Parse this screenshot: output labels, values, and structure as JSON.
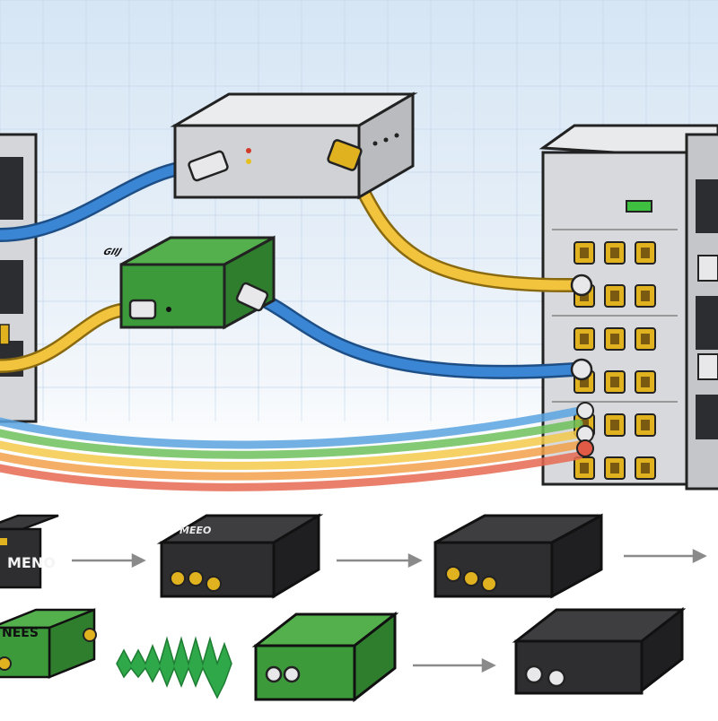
{
  "device_labels": {
    "green_box_top": "GIIJ",
    "black_box_left": "MENO",
    "black_box_middle": "MEEO",
    "green_box_bottom_left": "NEES"
  },
  "colors": {
    "background": "#ffffff",
    "grid_sky": "#dbe8f5",
    "grid_line": "#c2d6eb",
    "rack_gray": "#d7d9dc",
    "rack_dark": "#2b2d30",
    "port_gold": "#e0b21f",
    "cable_blue": "#3a86d4",
    "cable_yellow": "#f2c33c",
    "cable_green": "#5fb548",
    "cable_orange": "#f0963a",
    "cable_red": "#e4573f",
    "box_green": "#3c9a3a",
    "box_black": "#2e2e30",
    "box_silver": "#c9cbcf",
    "arrow_gray": "#8a8a8a",
    "led_green": "#3fbf3f",
    "led_red": "#d23a2a",
    "led_yellow": "#e6c020"
  },
  "icons": {
    "flow_arrow": "arrow-right-icon",
    "signal_wave": "zigzag-wave-icon"
  }
}
